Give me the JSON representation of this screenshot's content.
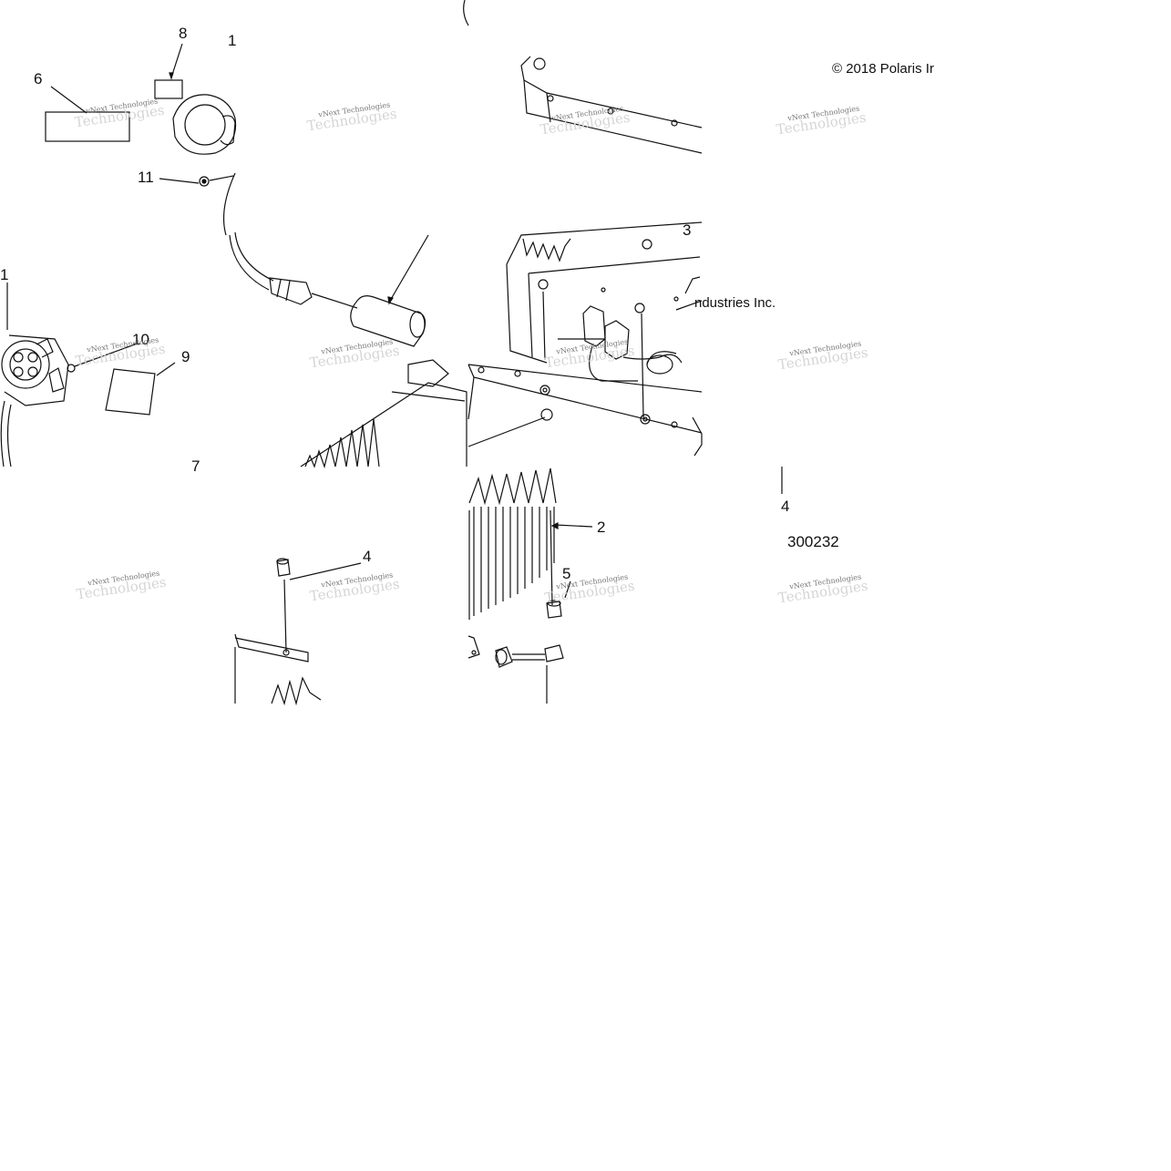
{
  "diagram": {
    "copyright": "© 2018 Polaris Ir",
    "copyright_fragment": "ndustries Inc.",
    "part_number": "300232",
    "callouts": [
      {
        "id": "c8",
        "label": "8"
      },
      {
        "id": "c1a",
        "label": "1"
      },
      {
        "id": "c6",
        "label": "6"
      },
      {
        "id": "c11",
        "label": "11"
      },
      {
        "id": "c3",
        "label": "3"
      },
      {
        "id": "c1b",
        "label": "1"
      },
      {
        "id": "c10",
        "label": "10"
      },
      {
        "id": "c9",
        "label": "9"
      },
      {
        "id": "c7",
        "label": "7"
      },
      {
        "id": "c4a",
        "label": "4"
      },
      {
        "id": "c2",
        "label": "2"
      },
      {
        "id": "c4b",
        "label": "4"
      },
      {
        "id": "c5",
        "label": "5"
      }
    ],
    "watermark_text": "vNext Technologies",
    "watermark_shadow": "Technologies"
  },
  "colors": {
    "line": "#111111",
    "watermark": "#777777",
    "background": "#ffffff"
  }
}
